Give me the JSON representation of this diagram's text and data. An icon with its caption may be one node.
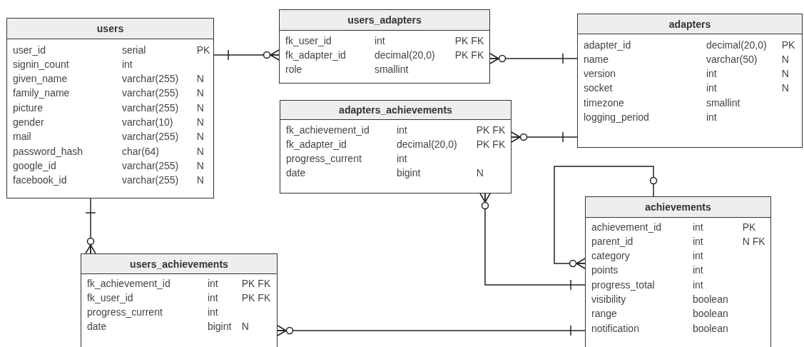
{
  "diagram": {
    "nodes": [
      {
        "text": [
          "users",
          "user_id serial PK",
          "signin_count int",
          "given_name varchar(255) N",
          "family_name varchar(255) N",
          "picture varchar(255) N",
          "gender varchar(10) N",
          "mail varchar(255) N",
          "password_hash char(64) N",
          "google_id varchar(255) N",
          "facebook_id varchar(255) N"
        ]
      },
      {
        "text": [
          "users_adapters",
          "fk_user_id int PK FK",
          "fk_adapter_id decimal(20,0) PK FK",
          "role smallint"
        ]
      },
      {
        "text": [
          "adapters",
          "adapter_id decimal(20,0) PK",
          "name varchar(50) N",
          "version int N",
          "socket int N",
          "timezone smallint",
          "logging_period int"
        ]
      },
      {
        "text": [
          "adapters_achievements",
          "fk_achievement_id int PK FK",
          "fk_adapter_id decimal(20,0) PK FK",
          "progress_current int",
          "date bigint N"
        ]
      },
      {
        "text": [
          "achievements",
          "achievement_id int PK",
          "parent_id int N FK",
          "category int",
          "points int",
          "progress_total int",
          "visibility boolean",
          "range boolean",
          "notification boolean"
        ]
      },
      {
        "text": [
          "users_achievements",
          "fk_achievement_id int PK FK",
          "fk_user_id int PK FK",
          "progress_current int",
          "date bigint N"
        ]
      }
    ],
    "edges": [
      {
        "from": 0,
        "to": 1,
        "arrow": "other"
      },
      {
        "from": 1,
        "to": 2,
        "arrow": "other"
      },
      {
        "from": 3,
        "to": 2,
        "arrow": "other"
      },
      {
        "from": 0,
        "to": 5,
        "arrow": "other"
      },
      {
        "from": 5,
        "to": 4,
        "arrow": "other"
      },
      {
        "from": 3,
        "to": 4,
        "arrow": "other"
      },
      {
        "from": 4,
        "to": 4,
        "arrow": "other"
      }
    ]
  }
}
